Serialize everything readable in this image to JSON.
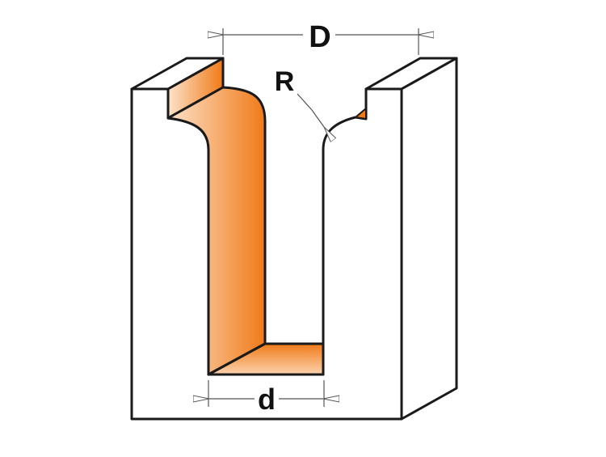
{
  "diagram": {
    "labels": {
      "outer_diameter": "D",
      "radius": "R",
      "cut_diameter": "d"
    },
    "colors": {
      "cut_orange": "#F08020",
      "cut_light": "#FBD3AE",
      "outline": "#1a1a1a",
      "dimension": "#555555"
    }
  }
}
